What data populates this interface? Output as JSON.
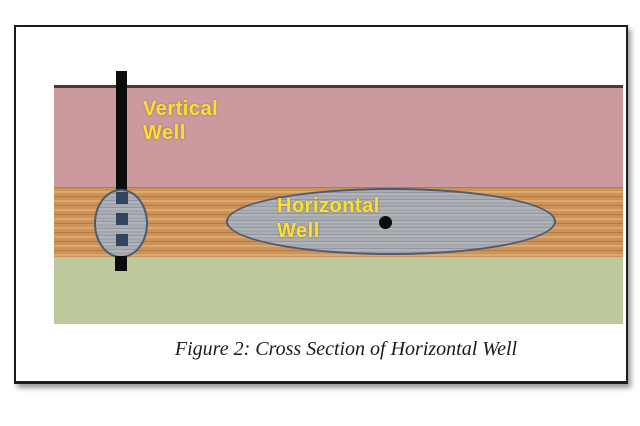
{
  "figure": {
    "caption": "Figure 2: Cross Section of Horizontal Well",
    "vertical_well_label": {
      "line1": "Vertical",
      "line2": "Well"
    },
    "horizontal_well_label": {
      "line1": "Horizontal",
      "line2": "Well"
    }
  },
  "colors": {
    "label_yellow": "#ffdf2e",
    "overburden_pink": "#ca9a9e",
    "surface_brown": "#4b3b28",
    "reservoir_wood_base": "#cc9256",
    "reservoir_wood_dark": "#b87a3c",
    "reservoir_wood_light": "#d9a873",
    "underburden_green": "#bdc89c",
    "drainage_gray": "#a3a7ad",
    "drainage_gray_dark": "#93979d",
    "drainage_border": "#4d5a72",
    "perforation_navy": "#324560",
    "well_black": "#0c0c0c"
  }
}
